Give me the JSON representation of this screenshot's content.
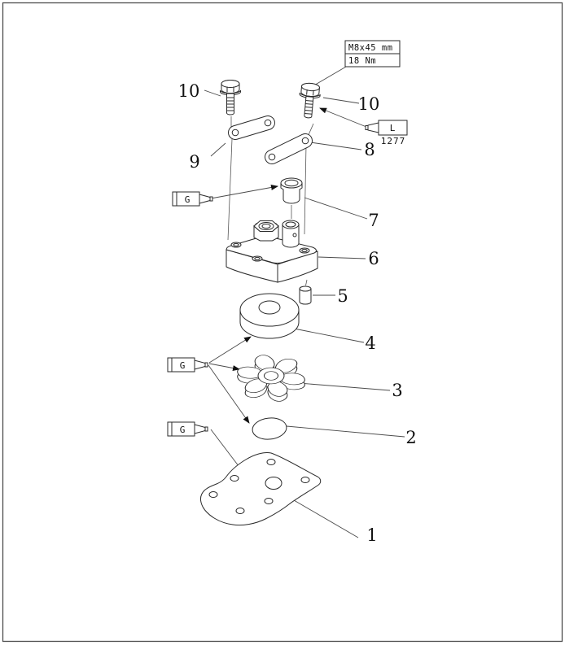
{
  "callouts": {
    "torque": {
      "line1": "M8x45 mm",
      "line2": "18 Nm"
    },
    "adhesive": {
      "label": "L",
      "code": "1277"
    },
    "grease": {
      "label": "G"
    }
  },
  "part_labels": {
    "p1": "1",
    "p2": "2",
    "p3": "3",
    "p4": "4",
    "p5": "5",
    "p6": "6",
    "p7": "7",
    "p8": "8",
    "p9": "9",
    "p10_left": "10",
    "p10_right": "10"
  }
}
